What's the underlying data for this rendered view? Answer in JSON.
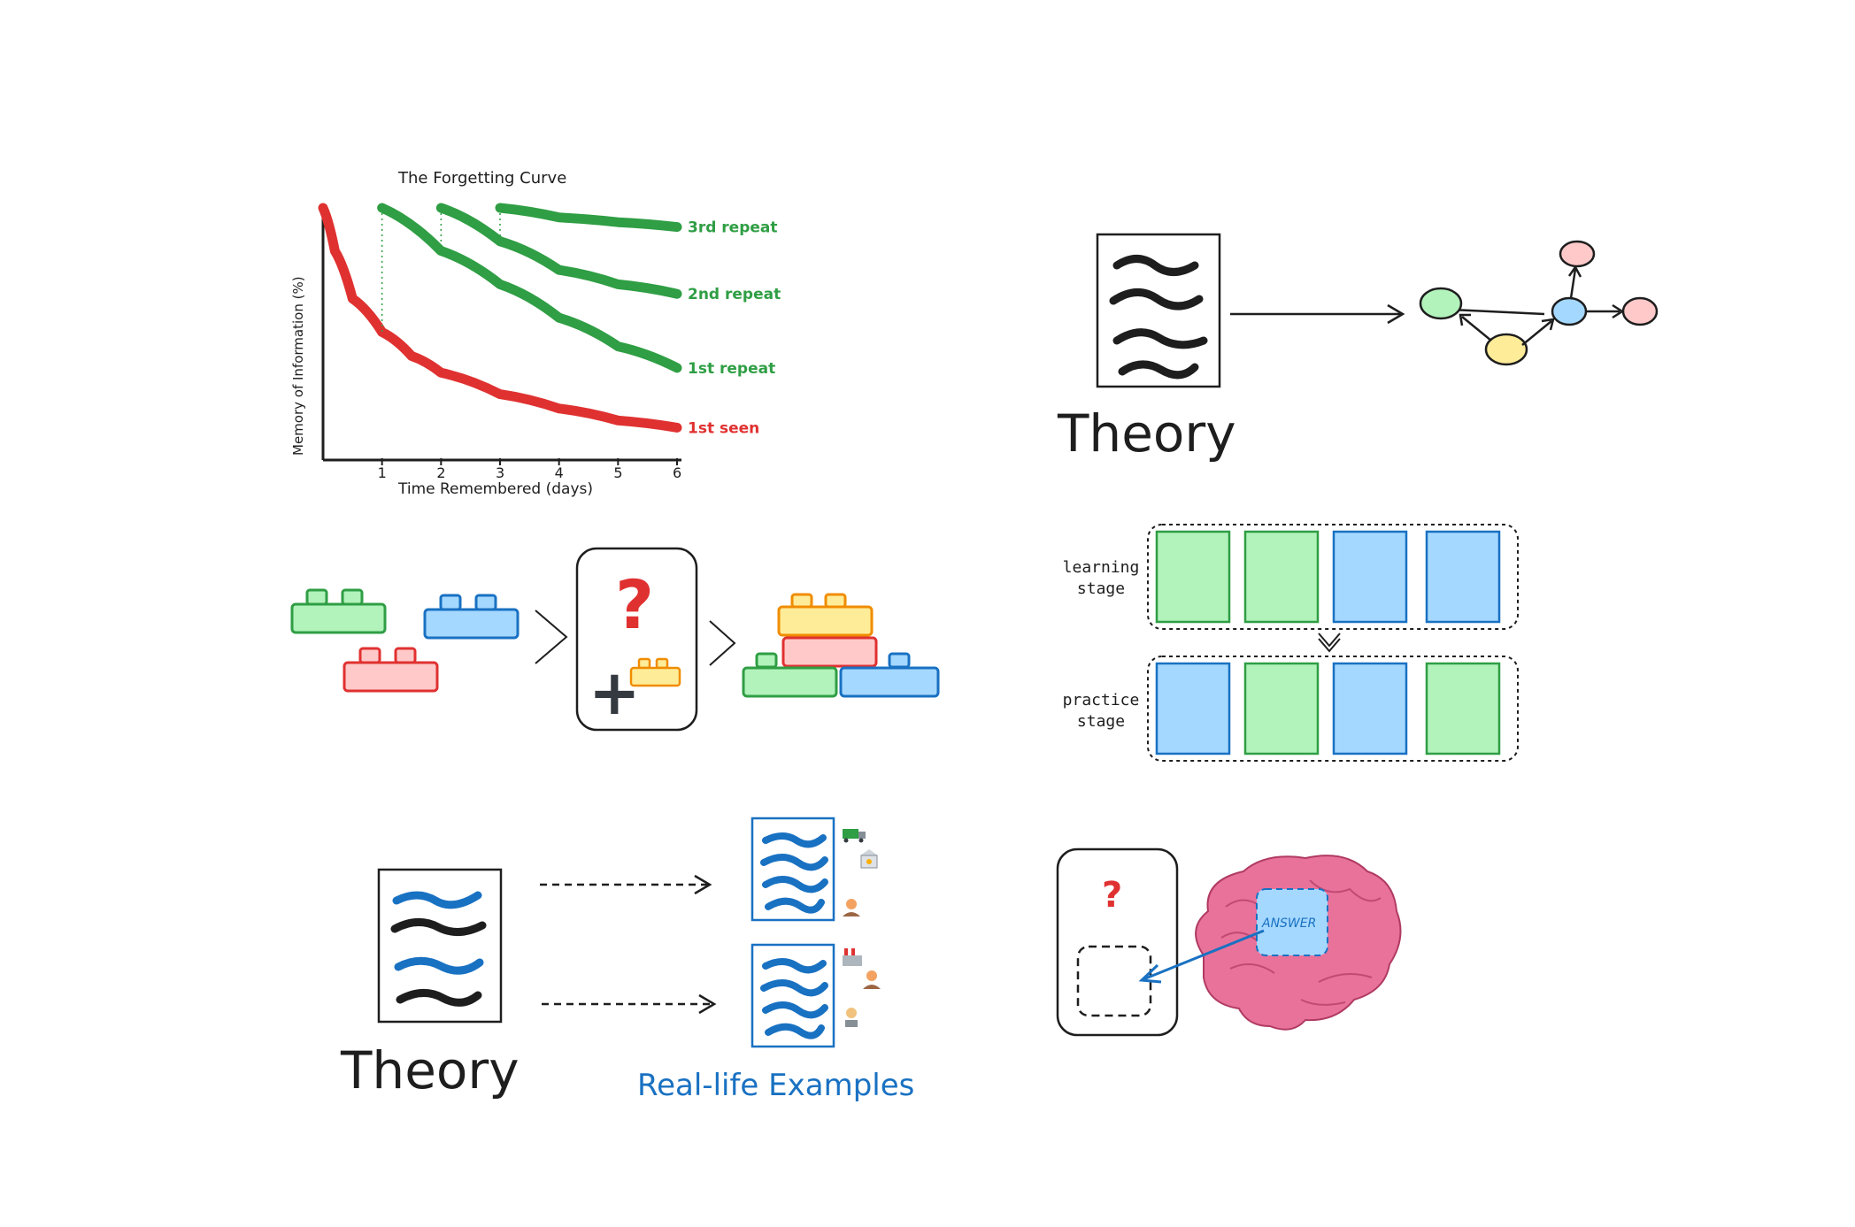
{
  "forgetting_curve": {
    "chart_data": {
      "type": "line",
      "title": "The Forgetting Curve",
      "xlabel": "Time Remembered (days)",
      "ylabel": "Memory of Information (%)",
      "xlim": [
        0,
        6
      ],
      "x_ticks": [
        "1",
        "2",
        "3",
        "4",
        "5",
        "6"
      ],
      "series": [
        {
          "name": "1st seen",
          "color": "#e03131",
          "x": [
            0,
            0.2,
            0.5,
            1,
            1.5,
            2,
            3,
            4,
            5,
            6
          ],
          "y": [
            100,
            82,
            62,
            48,
            38,
            31,
            22,
            16,
            11,
            8
          ]
        },
        {
          "name": "1st repeat",
          "color": "#2f9e44",
          "x": [
            1,
            2,
            3,
            4,
            5,
            6
          ],
          "y": [
            100,
            82,
            68,
            54,
            42,
            33
          ]
        },
        {
          "name": "2nd repeat",
          "color": "#2f9e44",
          "x": [
            2,
            3,
            4,
            5,
            6
          ],
          "y": [
            100,
            86,
            74,
            68,
            64
          ]
        },
        {
          "name": "3rd repeat",
          "color": "#2f9e44",
          "x": [
            3,
            4,
            5,
            6
          ],
          "y": [
            100,
            96,
            94,
            92
          ]
        }
      ]
    }
  },
  "theory_graph": {
    "theory_label": "Theory"
  },
  "blocks": {
    "question_mark": "?",
    "plus": "+"
  },
  "stages": {
    "learning_label_line1": "learning",
    "learning_label_line2": "stage",
    "practice_label_line1": "practice",
    "practice_label_line2": "stage",
    "learning_cells": [
      "green",
      "green",
      "blue",
      "blue"
    ],
    "practice_cells": [
      "blue",
      "green",
      "blue",
      "green"
    ]
  },
  "examples": {
    "theory_label": "Theory",
    "examples_label": "Real-life Examples"
  },
  "recall": {
    "question_mark": "?",
    "answer_label": "ANSWER"
  },
  "colors": {
    "green_fill": "#b2f2bb",
    "green_stroke": "#2f9e44",
    "blue_fill": "#a5d8ff",
    "blue_stroke": "#1971c2",
    "red_fill": "#ffc9c9",
    "red_stroke": "#e03131",
    "yellow_fill": "#ffec99",
    "yellow_stroke": "#f08c00",
    "pink_node": "#ffc9c9",
    "text_blue": "#1971c2"
  }
}
